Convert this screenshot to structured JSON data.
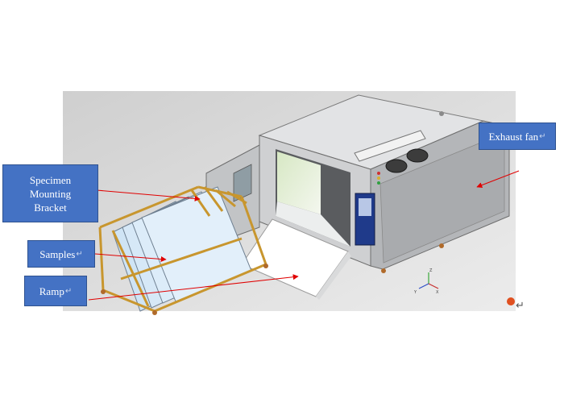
{
  "callouts": {
    "specimen_bracket": "Specimen\nMounting\nBracket",
    "samples": "Samples",
    "ramp": "Ramp",
    "exhaust_fan": "Exhaust fan"
  },
  "paragraph_mark": "↵",
  "axis_labels": {
    "up": "Z",
    "x": "X",
    "y": "Y"
  },
  "colors": {
    "callout_fill": "#4472c4",
    "arrow": "#e00000",
    "frame": "#c8962e",
    "chamber": "#c9cacc",
    "background": "#d6d6d6"
  }
}
